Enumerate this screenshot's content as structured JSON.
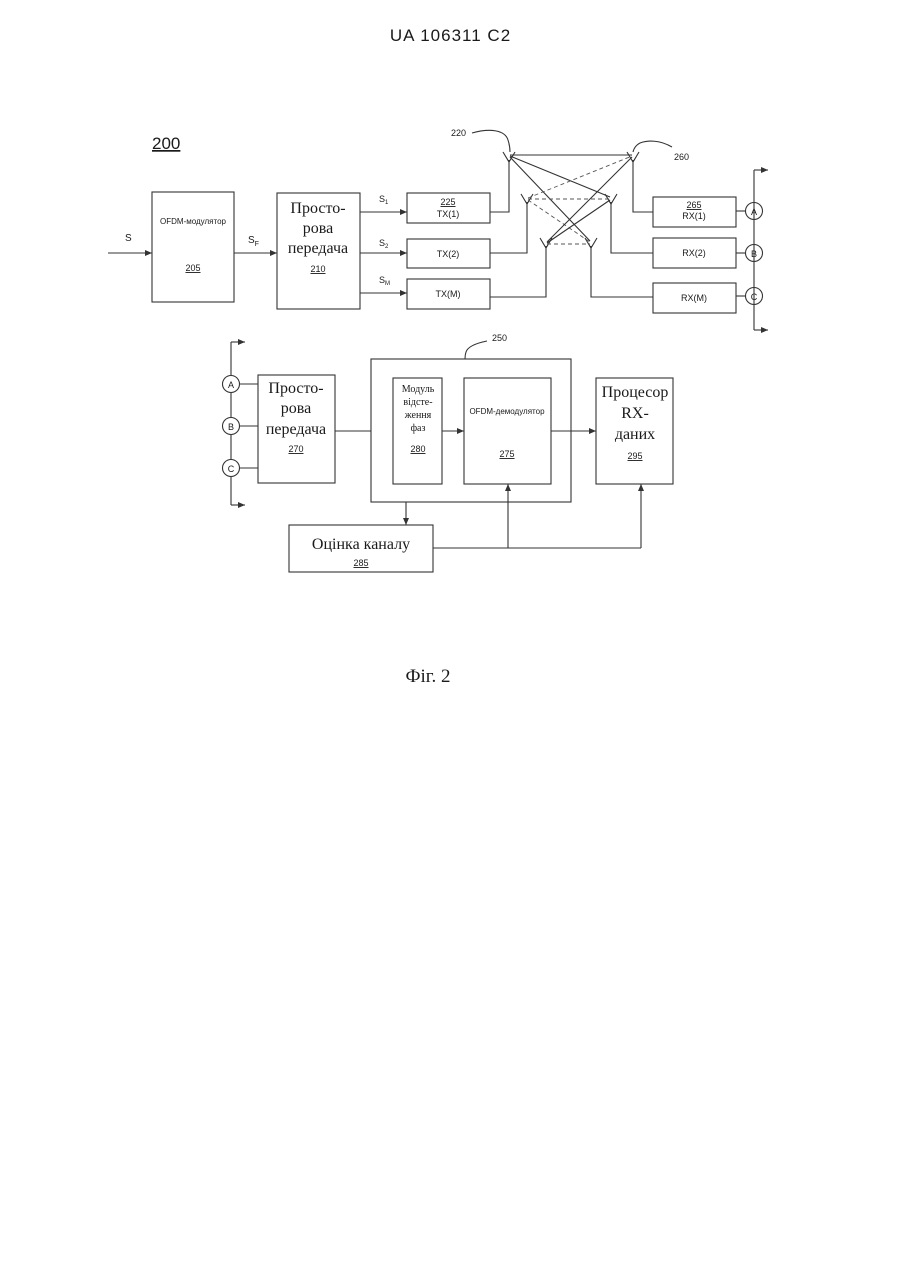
{
  "header": {
    "patent_id": "UA   106311   C2"
  },
  "figure": {
    "label": "200",
    "caption": "Фіг. 2",
    "signals": {
      "s": "S",
      "sf": "S",
      "sf_sub": "F",
      "s1": "S",
      "s1_sub": "1",
      "s2": "S",
      "s2_sub": "2",
      "sm": "S",
      "sm_sub": "M"
    },
    "blocks": {
      "ofdm_mod": {
        "label": "OFDM-модулятор",
        "ref": "205"
      },
      "spatial_tx": {
        "line1": "Просто-",
        "line2": "рова",
        "line3": "передача",
        "ref": "210"
      },
      "tx1": {
        "ref": "225",
        "label": "TX(1)"
      },
      "tx2": {
        "label": "TX(2)"
      },
      "txm": {
        "label": "TX(M)"
      },
      "rx1": {
        "ref": "265",
        "label": "RX(1)"
      },
      "rx2": {
        "label": "RX(2)"
      },
      "rxm": {
        "label": "RX(M)"
      },
      "spatial_rx": {
        "line1": "Просто-",
        "line2": "рова",
        "line3": "передача",
        "ref": "270"
      },
      "phase_tracking": {
        "line1": "Модуль",
        "line2": "відсте-",
        "line3": "ження",
        "line4": "фаз",
        "ref": "280"
      },
      "ofdm_demod": {
        "label": "OFDM-демодулятор",
        "ref": "275"
      },
      "rx_processor": {
        "line1": "Процесор",
        "line2": "RX-",
        "line3": "даних",
        "ref": "295"
      },
      "channel_est": {
        "label": "Оцінка каналу",
        "ref": "285"
      }
    },
    "refs": {
      "tx_antennas": "220",
      "rx_antennas": "260",
      "receiver_group": "250"
    },
    "connectors": {
      "a": "A",
      "b": "B",
      "c": "C"
    }
  }
}
